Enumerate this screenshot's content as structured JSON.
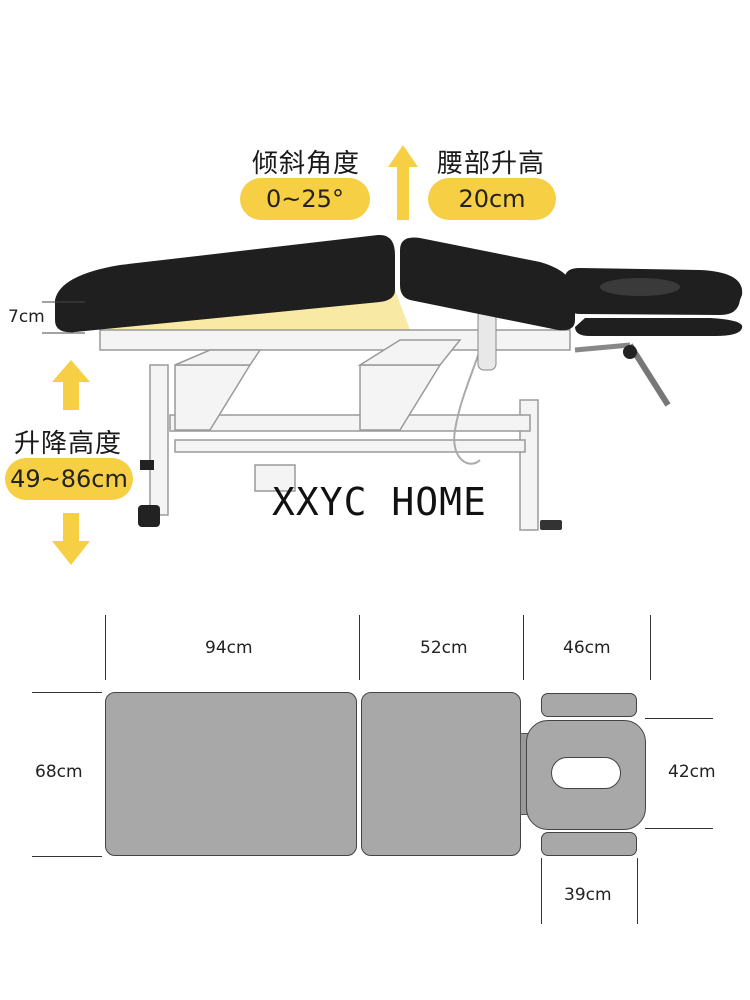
{
  "tilt": {
    "label": "倾斜角度",
    "value": "0~25°"
  },
  "waist": {
    "label": "腰部升高",
    "value": "20cm"
  },
  "lift": {
    "label": "升降高度",
    "value": "49~86cm"
  },
  "cushion_thickness": "7cm",
  "watermark": "XXYC HOME",
  "dimensions": {
    "section1": "94cm",
    "section2": "52cm",
    "section3": "46cm",
    "width": "68cm",
    "head_width": "42cm",
    "head_length": "39cm"
  },
  "colors": {
    "accent": "#f6cf45",
    "cushion": "#1f1f1f",
    "frame": "#f2f2f2",
    "pad": "#a8a8a8"
  },
  "icons": [
    "arrow-up-icon",
    "arrow-down-icon"
  ]
}
